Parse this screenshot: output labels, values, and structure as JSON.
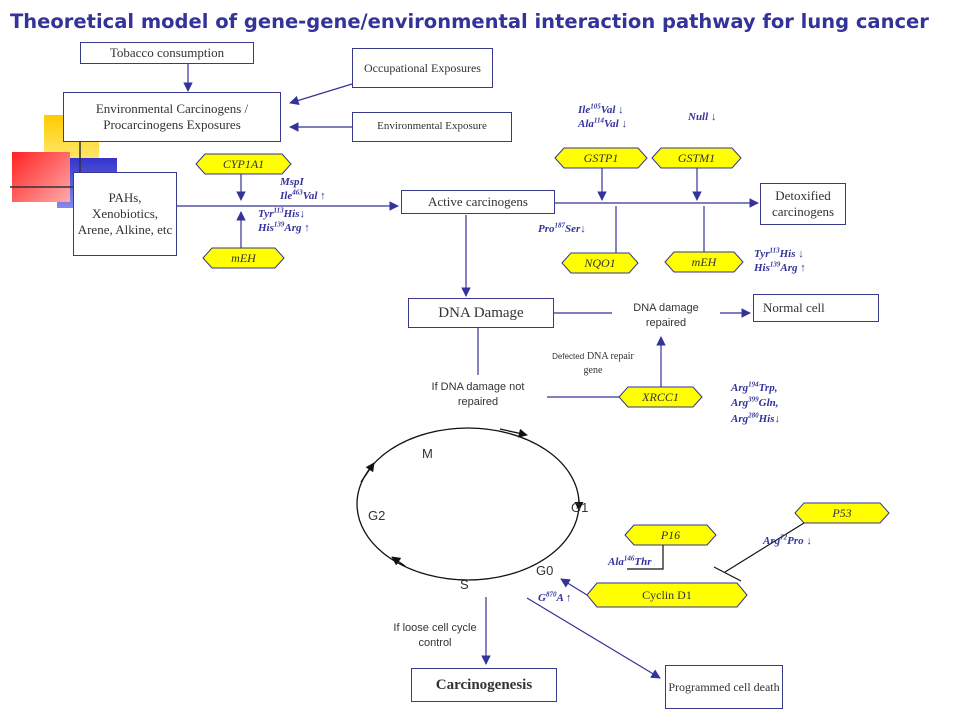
{
  "title": "Theoretical model of gene-gene/environmental interaction pathway for lung cancer",
  "boxes": {
    "tobacco": "Tobacco consumption",
    "occupational": "Occupational Exposures",
    "env_carcinogens": "Environmental Carcinogens / Procarcinogens Exposures",
    "env_exposure": "Environmental Exposure",
    "pahs": "PAHs, Xenobiotics, Arene, Alkine, etc",
    "active": "Active carcinogens",
    "detoxified": "Detoxified carcinogens",
    "dna_damage": "DNA Damage",
    "normal_cell": "Normal cell",
    "carcinogenesis": "Carcinogenesis",
    "programmed_death": "Programmed cell death"
  },
  "genes": {
    "cyp1a1": "CYP1A1",
    "meh_left": "mEH",
    "gstp1": "GSTP1",
    "gstm1": "GSTM1",
    "nqo1": "NQO1",
    "meh_right": "mEH",
    "xrcc1": "XRCC1",
    "p16": "P16",
    "p53": "P53",
    "cyclin_d1": "Cyclin D1"
  },
  "notes": {
    "dna_repaired": "DNA damage repaired",
    "defected_prefix": "Defected",
    "defected_rest": "DNA repair gene",
    "not_repaired": "If DNA damage not repaired",
    "loose_control": "If loose cell cycle control"
  },
  "cycle": {
    "m": "M",
    "g1": "G1",
    "g2": "G2",
    "g0": "G0",
    "s": "S"
  },
  "arrows": {
    "down": "↓",
    "up": "↑"
  },
  "variants": {
    "mspi": "MspI",
    "ile": "Ile",
    "ile_pos": "463",
    "val": "Val",
    "tyr": "Tyr",
    "tyr_pos": "113",
    "his": "His",
    "his2": "His",
    "his2_pos": "139",
    "arg": "Arg",
    "gstp_ile": "Ile",
    "gstp_ile_pos": "105",
    "gstp_ala": "Ala",
    "gstp_ala_pos": "114",
    "null": "Null",
    "pro": "Pro",
    "pro_pos": "187",
    "ser": "Ser",
    "xr1": "Arg",
    "xr1_pos": "194",
    "xr1_to": "Trp,",
    "xr2": "Arg",
    "xr2_pos": "399",
    "xr2_to": "Gln,",
    "xr3": "Arg",
    "xr3_pos": "280",
    "xr3_to": "His",
    "ala": "Ala",
    "ala_pos": "146",
    "thr": "Thr",
    "p53a": "Arg",
    "p53a_pos": "72",
    "p53_to": "Pro",
    "g": "G",
    "g_pos": "870",
    "a": "A"
  },
  "colors": {
    "title": "#333399",
    "hexagon": "#ffff00",
    "line": "#333399",
    "deco_yellow": "#ffcc00",
    "deco_blue": "#3333cc",
    "deco_red": "#ff3333"
  }
}
